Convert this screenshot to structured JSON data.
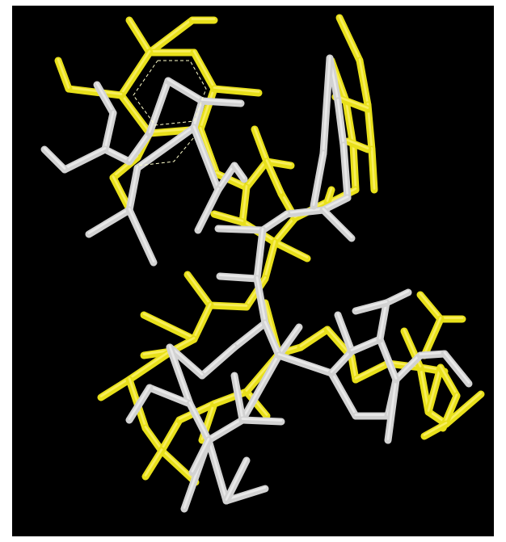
{
  "scene": {
    "background": "#000000",
    "frame": "#ffffff",
    "colors": {
      "yellow": "#e8e01a",
      "yellow_highlight": "#fff57a",
      "white": "#d2d2d2",
      "white_highlight": "#f4f4f4"
    },
    "molecules": [
      {
        "id": "yellow-conformer",
        "color_key": "yellow"
      },
      {
        "id": "white-conformer",
        "color_key": "white"
      }
    ]
  }
}
